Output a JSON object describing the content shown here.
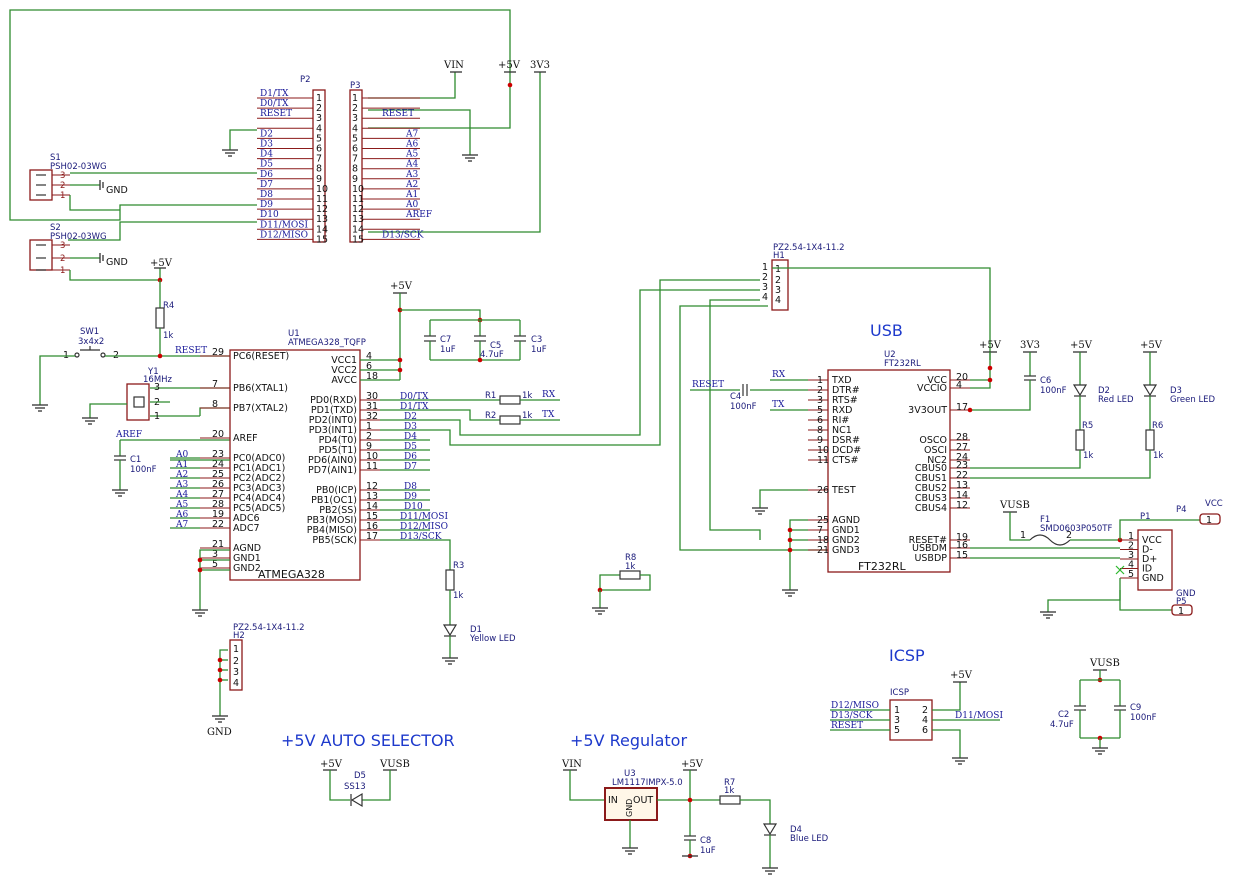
{
  "sections": {
    "usb": "USB",
    "icsp": "ICSP",
    "auto_selector": "+5V AUTO SELECTOR",
    "regulator": "+5V Regulator"
  },
  "power": {
    "vin": "VIN",
    "p5v": "+5V",
    "p3v3": "3V3",
    "gnd": "GND",
    "vusb": "VUSB",
    "vcc": "VCC"
  },
  "p2": {
    "ref": "P2",
    "labels": [
      "D1/TX",
      "D0/TX",
      "RESET",
      "",
      "D2",
      "D3",
      "D4",
      "D5",
      "D6",
      "D7",
      "D8",
      "D9",
      "D10",
      "D11/MOSI",
      "D12/MISO"
    ],
    "pins": [
      "1",
      "2",
      "3",
      "4",
      "5",
      "6",
      "7",
      "8",
      "9",
      "10",
      "11",
      "12",
      "13",
      "14",
      "15"
    ]
  },
  "p3": {
    "ref": "P3",
    "labels": [
      "",
      "",
      "RESET",
      "",
      "A7",
      "A6",
      "A5",
      "A4",
      "A3",
      "A2",
      "A1",
      "A0",
      "AREF",
      "",
      "D13/SCK"
    ],
    "pins": [
      "1",
      "2",
      "3",
      "4",
      "5",
      "6",
      "7",
      "8",
      "9",
      "10",
      "11",
      "12",
      "13",
      "14",
      "15"
    ]
  },
  "s1": {
    "ref": "S1",
    "value": "PSH02-03WG",
    "pins": [
      "3",
      "2",
      "1"
    ]
  },
  "s2": {
    "ref": "S2",
    "value": "PSH02-03WG",
    "pins": [
      "3",
      "2",
      "1"
    ]
  },
  "u1": {
    "ref": "U1",
    "value": "ATMEGA328_TQFP",
    "name": "ATMEGA328",
    "left": [
      {
        "num": "29",
        "name": "PC6(RESET)"
      },
      {
        "num": "7",
        "name": "PB6(XTAL1)"
      },
      {
        "num": "8",
        "name": "PB7(XTAL2)"
      },
      {
        "num": "20",
        "name": "AREF"
      },
      {
        "num": "23",
        "name": "PC0(ADC0)"
      },
      {
        "num": "24",
        "name": "PC1(ADC1)"
      },
      {
        "num": "25",
        "name": "PC2(ADC2)"
      },
      {
        "num": "26",
        "name": "PC3(ADC3)"
      },
      {
        "num": "27",
        "name": "PC4(ADC4)"
      },
      {
        "num": "28",
        "name": "PC5(ADC5)"
      },
      {
        "num": "19",
        "name": "ADC6"
      },
      {
        "num": "22",
        "name": "ADC7"
      },
      {
        "num": "21",
        "name": "AGND"
      },
      {
        "num": "3",
        "name": "GND1"
      },
      {
        "num": "5",
        "name": "GND2"
      }
    ],
    "right": [
      {
        "num": "4",
        "name": "VCC1"
      },
      {
        "num": "6",
        "name": "VCC2"
      },
      {
        "num": "18",
        "name": "AVCC"
      },
      {
        "num": "30",
        "name": "PD0(RXD)"
      },
      {
        "num": "31",
        "name": "PD1(TXD)"
      },
      {
        "num": "32",
        "name": "PD2(INT0)"
      },
      {
        "num": "1",
        "name": "PD3(INT1)"
      },
      {
        "num": "2",
        "name": "PD4(T0)"
      },
      {
        "num": "9",
        "name": "PD5(T1)"
      },
      {
        "num": "10",
        "name": "PD6(AIN0)"
      },
      {
        "num": "11",
        "name": "PD7(AIN1)"
      },
      {
        "num": "12",
        "name": "PB0(ICP)"
      },
      {
        "num": "13",
        "name": "PB1(OC1)"
      },
      {
        "num": "14",
        "name": "PB2(SS)"
      },
      {
        "num": "15",
        "name": "PB3(MOSI)"
      },
      {
        "num": "16",
        "name": "PB4(MISO)"
      },
      {
        "num": "17",
        "name": "PB5(SCK)"
      }
    ],
    "right_nets": [
      "",
      "",
      "",
      "D0/TX",
      "D1/TX",
      "D2",
      "D3",
      "D4",
      "D5",
      "D6",
      "D7",
      "D8",
      "D9",
      "D10",
      "D11/MOSI",
      "D12/MISO",
      "D13/SCK"
    ],
    "left_nets": [
      "RESET",
      "",
      "",
      "AREF",
      "A0",
      "A1",
      "A2",
      "A3",
      "A4",
      "A5",
      "A6",
      "A7"
    ]
  },
  "u2": {
    "ref": "U2",
    "value": "FT232RL",
    "name": "FT232RL",
    "left": [
      {
        "num": "1",
        "name": "TXD"
      },
      {
        "num": "2",
        "name": "DTR#"
      },
      {
        "num": "3",
        "name": "RTS#"
      },
      {
        "num": "5",
        "name": "RXD"
      },
      {
        "num": "6",
        "name": "RI#"
      },
      {
        "num": "8",
        "name": "NC1"
      },
      {
        "num": "9",
        "name": "DSR#"
      },
      {
        "num": "10",
        "name": "DCD#"
      },
      {
        "num": "11",
        "name": "CTS#"
      },
      {
        "num": "26",
        "name": "TEST"
      },
      {
        "num": "25",
        "name": "AGND"
      },
      {
        "num": "7",
        "name": "GND1"
      },
      {
        "num": "18",
        "name": "GND2"
      },
      {
        "num": "21",
        "name": "GND3"
      }
    ],
    "right": [
      {
        "num": "20",
        "name": "VCC"
      },
      {
        "num": "4",
        "name": "VCCIO"
      },
      {
        "num": "17",
        "name": "3V3OUT"
      },
      {
        "num": "28",
        "name": "OSCO"
      },
      {
        "num": "27",
        "name": "OSCI"
      },
      {
        "num": "24",
        "name": "NC2"
      },
      {
        "num": "23",
        "name": "CBUS0"
      },
      {
        "num": "22",
        "name": "CBUS1"
      },
      {
        "num": "13",
        "name": "CBUS2"
      },
      {
        "num": "14",
        "name": "CBUS3"
      },
      {
        "num": "12",
        "name": "CBUS4"
      },
      {
        "num": "19",
        "name": "RESET#"
      },
      {
        "num": "16",
        "name": "USBDM"
      },
      {
        "num": "15",
        "name": "USBDP"
      }
    ],
    "nets": {
      "rx": "RX",
      "tx": "TX",
      "reset": "RESET"
    }
  },
  "h1": {
    "ref": "H1",
    "value": "PZ2.54-1X4-11.2",
    "pins": [
      "1",
      "2",
      "3",
      "4"
    ]
  },
  "h2": {
    "ref": "H2",
    "value": "PZ2.54-1X4-11.2",
    "pins": [
      "1",
      "2",
      "3",
      "4"
    ]
  },
  "p1": {
    "ref": "P1",
    "pins": [
      {
        "num": "1",
        "name": "VCC"
      },
      {
        "num": "2",
        "name": "D-"
      },
      {
        "num": "3",
        "name": "D+"
      },
      {
        "num": "4",
        "name": "ID"
      },
      {
        "num": "5",
        "name": "GND"
      }
    ]
  },
  "p4": {
    "ref": "P4",
    "pin": "1",
    "net": "VCC"
  },
  "p5": {
    "ref": "P5",
    "pin": "1",
    "net": "GND"
  },
  "f1": {
    "ref": "F1",
    "value": "SMD0603P050TF",
    "pins": [
      "1",
      "2"
    ]
  },
  "sw1": {
    "ref": "SW1",
    "value": "3x4x2",
    "pins": [
      "1",
      "2"
    ]
  },
  "y1": {
    "ref": "Y1",
    "value": "16MHz",
    "pins": [
      "3",
      "2",
      "1"
    ]
  },
  "icsp": {
    "ref": "ICSP",
    "left_nets": [
      "D12/MISO",
      "D13/SCK",
      "RESET"
    ],
    "left_pins": [
      "1",
      "3",
      "5"
    ],
    "right_pins": [
      "2",
      "4",
      "6"
    ],
    "right_nets": [
      "",
      "D11/MOSI",
      ""
    ]
  },
  "u3": {
    "ref": "U3",
    "value": "LM1117IMPX-5.0",
    "in": "IN",
    "out": "OUT",
    "gnd": "GND"
  },
  "passives": {
    "r1": {
      "ref": "R1",
      "value": "1k"
    },
    "r2": {
      "ref": "R2",
      "value": "1k"
    },
    "r3": {
      "ref": "R3",
      "value": "1k"
    },
    "r4": {
      "ref": "R4",
      "value": "1k"
    },
    "r5": {
      "ref": "R5",
      "value": "1k"
    },
    "r6": {
      "ref": "R6",
      "value": "1k"
    },
    "r7": {
      "ref": "R7",
      "value": "1k"
    },
    "r8": {
      "ref": "R8",
      "value": "1k"
    },
    "c1": {
      "ref": "C1",
      "value": "100nF"
    },
    "c2": {
      "ref": "C2",
      "value": "4.7uF"
    },
    "c3": {
      "ref": "C3",
      "value": "1uF"
    },
    "c4": {
      "ref": "C4",
      "value": "100nF"
    },
    "c5": {
      "ref": "C5",
      "value": "4.7uF"
    },
    "c6": {
      "ref": "C6",
      "value": "100nF"
    },
    "c7": {
      "ref": "C7",
      "value": "1uF"
    },
    "c8": {
      "ref": "C8",
      "value": "1uF"
    },
    "c9": {
      "ref": "C9",
      "value": "100nF"
    },
    "d1": {
      "ref": "D1",
      "value": "Yellow LED"
    },
    "d2": {
      "ref": "D2",
      "value": "Red LED"
    },
    "d3": {
      "ref": "D3",
      "value": "Green LED"
    },
    "d4": {
      "ref": "D4",
      "value": "Blue LED"
    },
    "d5": {
      "ref": "D5",
      "value": "SS13"
    }
  },
  "u1_rx_tx": {
    "rx": "RX",
    "tx": "TX"
  }
}
